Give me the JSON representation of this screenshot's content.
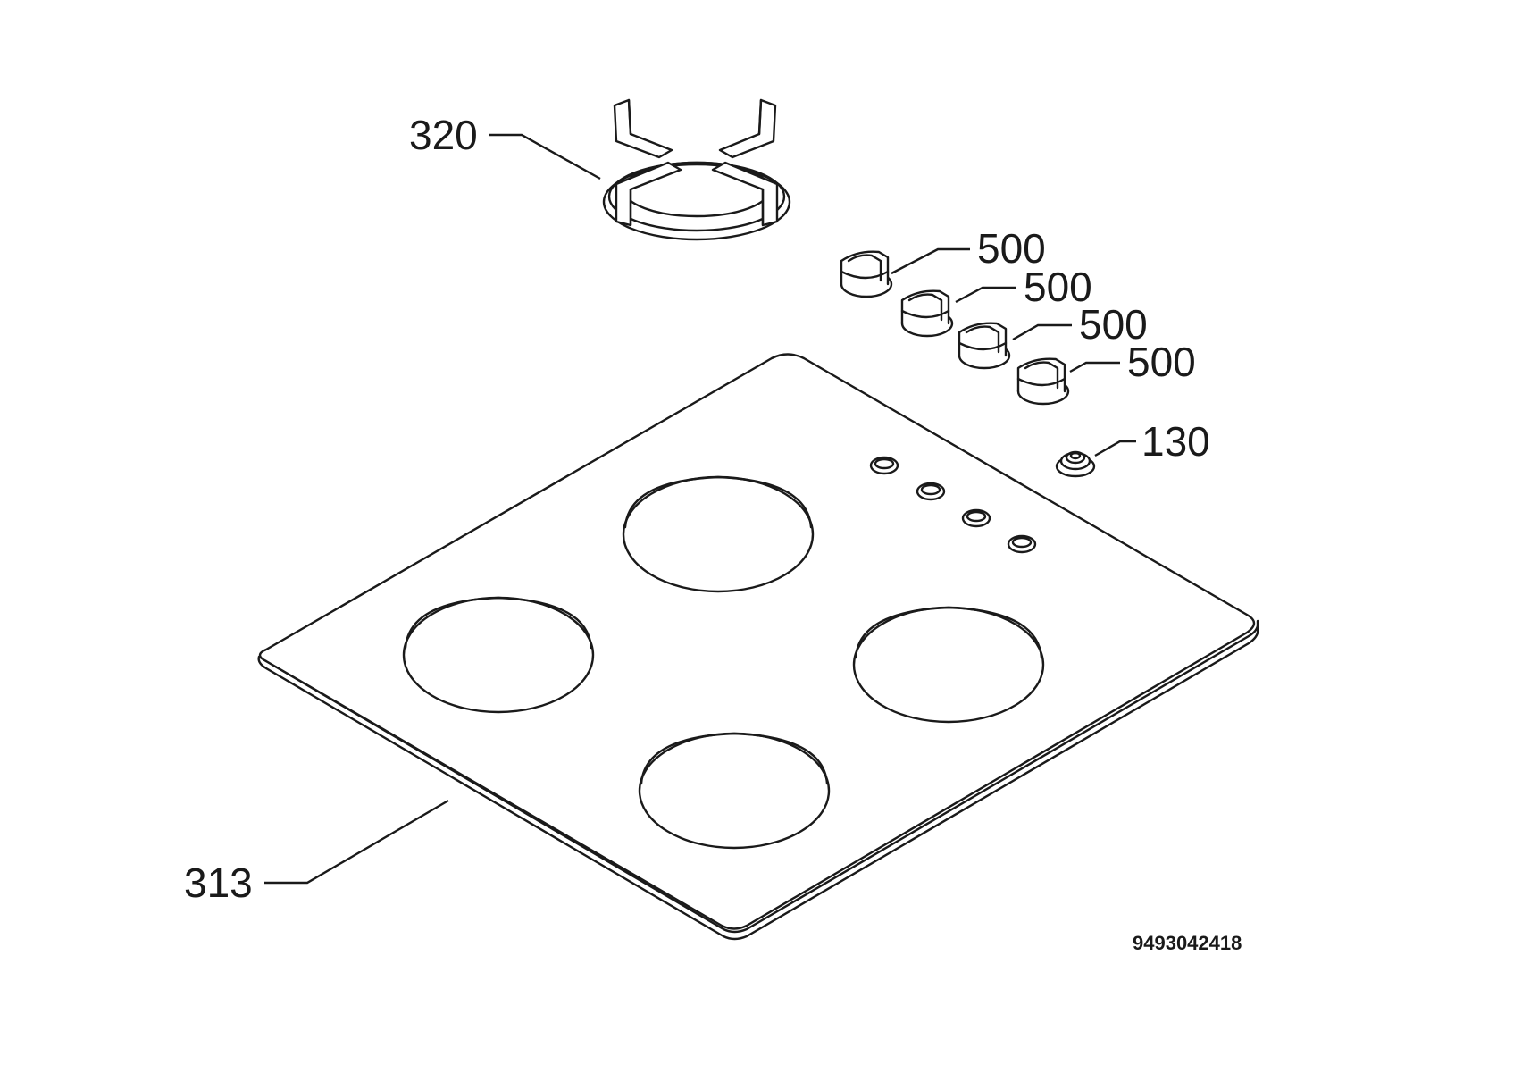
{
  "labels": {
    "pan_support": "320",
    "knob_1": "500",
    "knob_2": "500",
    "knob_3": "500",
    "knob_4": "500",
    "igniter_button": "130",
    "hob_top": "313"
  },
  "document_number": "9493042418",
  "colors": {
    "ink": "#1a1a1a",
    "paper": "#ffffff"
  }
}
